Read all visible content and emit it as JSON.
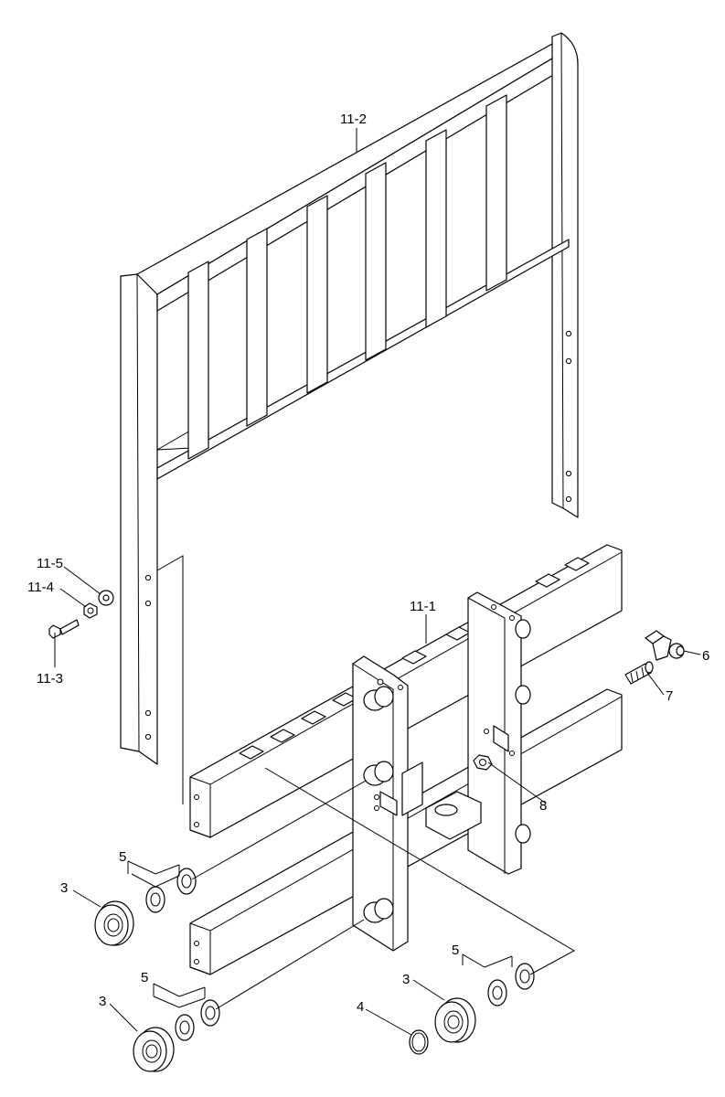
{
  "diagram": {
    "callouts": {
      "frame": "11-2",
      "washer_top": "11-5",
      "nut_top": "11-4",
      "bolt_top": "11-3",
      "carriage": "11-1",
      "fitting": "6",
      "screw": "7",
      "nut_right": "8",
      "spacer_left_top": "5",
      "bearing_left_top": "3",
      "spacer_left_bottom": "5",
      "bearing_left_bottom": "3",
      "snap_ring": "4",
      "bearing_right": "3",
      "spacer_right": "5"
    }
  }
}
